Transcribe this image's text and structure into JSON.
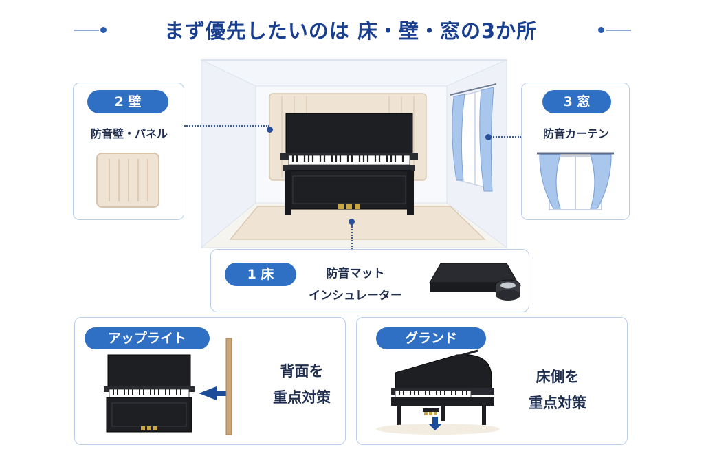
{
  "title": "まず優先したいのは 床・壁・窓の3か所",
  "wall_card": {
    "badge": "2 壁",
    "label": "防音壁・パネル"
  },
  "window_card": {
    "badge": "3 窓",
    "label": "防音カーテン"
  },
  "floor_card": {
    "badge": "1 床",
    "line1": "防音マット",
    "line2": "インシュレーター"
  },
  "upright_card": {
    "badge": "アップライト",
    "line1": "背面を",
    "line2": "重点対策"
  },
  "grand_card": {
    "badge": "グランド",
    "line1": "床側を",
    "line2": "重点対策"
  },
  "colors": {
    "accent": "#2f6fc4",
    "border": "#b9cde9",
    "title": "#1b3f8f",
    "panel": "#efe3d3",
    "curtain": "#a9c6ec",
    "piano": "#1e1f22"
  }
}
